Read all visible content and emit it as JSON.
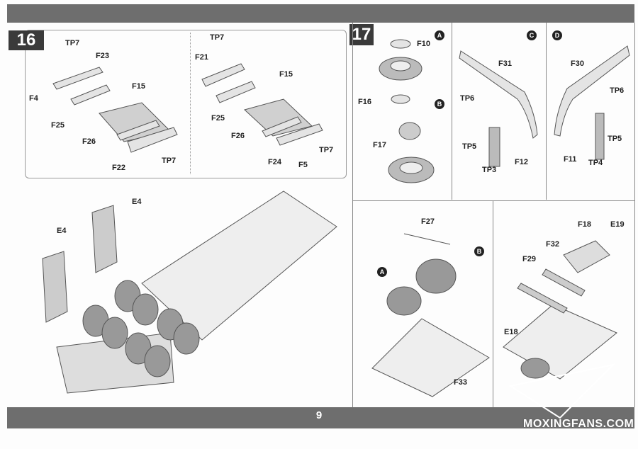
{
  "page_number": "9",
  "watermark": "MOXINGFANS.COM",
  "step16": {
    "number": "16",
    "left_labels": [
      "TP7",
      "F23",
      "F4",
      "F15",
      "F25",
      "F26",
      "F22",
      "TP7"
    ],
    "right_labels": [
      "TP7",
      "F21",
      "F15",
      "F25",
      "F26",
      "F24",
      "F5",
      "TP7"
    ]
  },
  "step17": {
    "number": "17",
    "panel_a": {
      "marker": "A",
      "labels": [
        "F10",
        "F16"
      ]
    },
    "panel_b": {
      "marker": "B",
      "labels": [
        "F17"
      ]
    },
    "panel_c": {
      "marker": "C",
      "labels": [
        "F31",
        "TP6",
        "TP5",
        "TP3",
        "F12"
      ]
    },
    "panel_d": {
      "marker": "D",
      "labels": [
        "F30",
        "TP6",
        "TP5",
        "F11",
        "TP4"
      ]
    }
  },
  "trailer_view": {
    "labels": [
      "E4",
      "E4"
    ]
  },
  "wheel_mount": {
    "markers": [
      "A",
      "B"
    ],
    "labels": [
      "F27",
      "F33"
    ]
  },
  "deck_view": {
    "labels": [
      "F18",
      "E19",
      "F32",
      "F29",
      "E18"
    ]
  },
  "colors": {
    "bar": "#6e6e6e",
    "step_block": "#3a3a3a"
  }
}
